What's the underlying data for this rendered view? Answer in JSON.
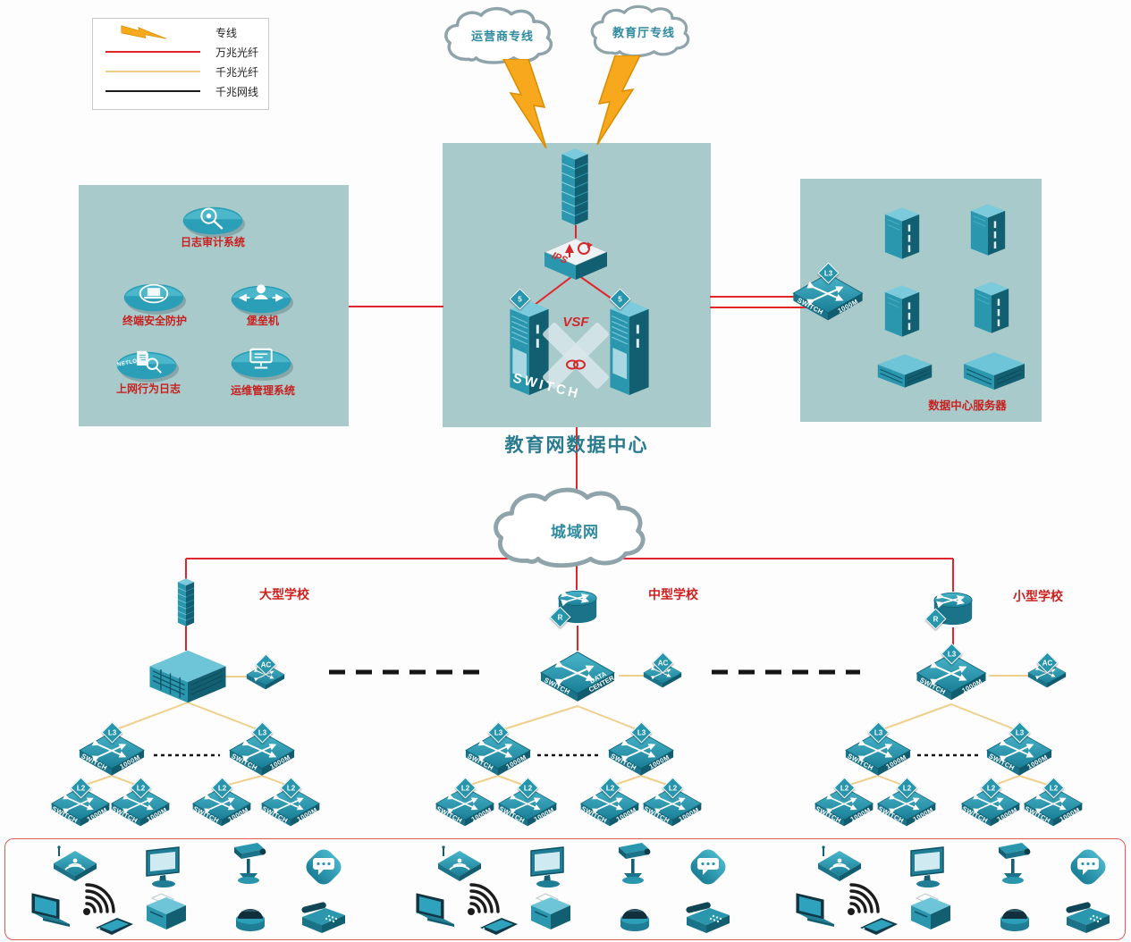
{
  "legend": {
    "items": [
      {
        "label": "专线"
      },
      {
        "label": "万兆光纤"
      },
      {
        "label": "千兆光纤"
      },
      {
        "label": "千兆网线"
      }
    ]
  },
  "clouds": {
    "carrier": "运营商专线",
    "education": "教育厅专线",
    "man": "城域网"
  },
  "datacenter": {
    "title": "教育网数据中心",
    "vsf_label": "VSF",
    "ips_label": "IPS",
    "switch_label": "SWITCH"
  },
  "security_zone": {
    "log_audit": "日志审计系统",
    "terminal_security": "终端安全防护",
    "bastion": "堡垒机",
    "netlog_badge": "NETLOG",
    "net_behavior_log": "上网行为日志",
    "ops_mgmt": "运维管理系统"
  },
  "server_zone": {
    "title": "数据中心服务器"
  },
  "schools": {
    "large": "大型学校",
    "medium": "中型学校",
    "small": "小型学校"
  },
  "devices": {
    "switch_text": "SWITCH",
    "speed_text": "1000M",
    "l3": "L3",
    "l2": "L2",
    "ac": "AC",
    "router_badge": "R",
    "dc_line1": "DATA",
    "dc_line2": "CENTER",
    "tower_badge": "5"
  }
}
